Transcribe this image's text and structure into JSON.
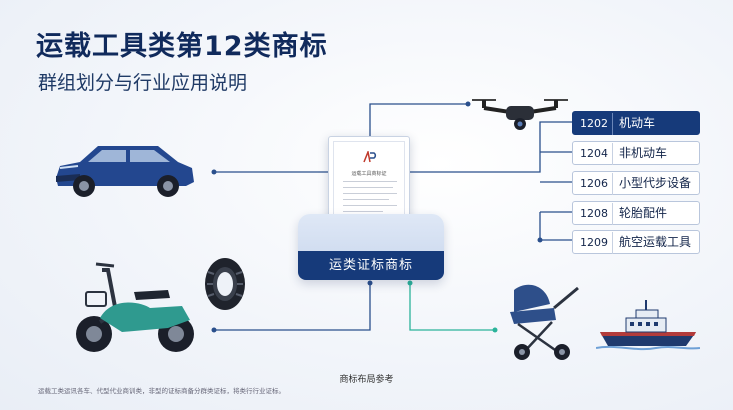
{
  "header": {
    "title": "运载工具类第12类商标",
    "subtitle": "群组划分与行业应用说明"
  },
  "center": {
    "document_title": "运载工具商标证",
    "label": "运类证标商标"
  },
  "classes": [
    {
      "code": "1202",
      "label": "机动车",
      "active": true
    },
    {
      "code": "1204",
      "label": "非机动车",
      "active": false
    },
    {
      "code": "1206",
      "label": "小型代步设备",
      "active": false
    },
    {
      "code": "1208",
      "label": "轮胎配件",
      "active": false
    },
    {
      "code": "1209",
      "label": "航空运载工具",
      "active": false
    }
  ],
  "illustrations": [
    "suv-car-icon",
    "drone-icon",
    "electric-scooter-icon",
    "tire-icon",
    "baby-stroller-icon",
    "ship-icon"
  ],
  "footer": {
    "reference": "商标布局参考",
    "note": "运载工类运讯各车、代型代业商训类，非型的证标商备分群类证标，将类行行业证标。"
  },
  "colors": {
    "primary": "#163a7a",
    "accent_green": "#2bb39a",
    "connector_blue": "#2a4f8c",
    "seal_red": "#d9534f"
  }
}
